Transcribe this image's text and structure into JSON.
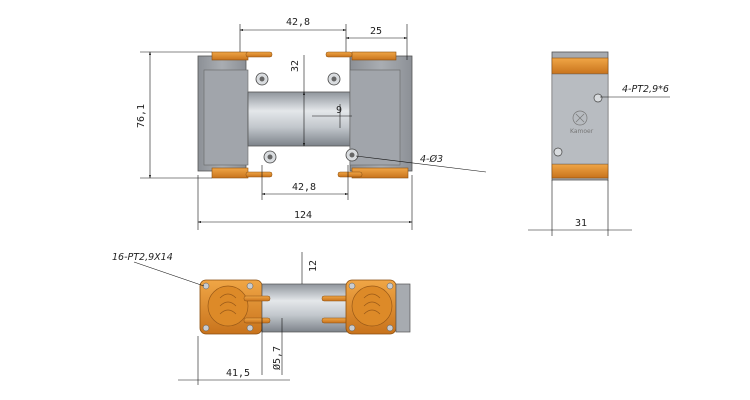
{
  "colors": {
    "body_gray": "#9a9ea4",
    "cylinder_gray": "#c8cdd4",
    "orange": "#e0922f",
    "dimension_line": "#111111",
    "page_background": "#ffffff"
  },
  "front_view": {
    "dims": {
      "top_port_spacing": "42,8",
      "right_offset": "25",
      "height_cylinder": "32",
      "pin_offset": "9",
      "total_height": "76,1",
      "bottom_port_spacing": "42,8",
      "total_width": "124"
    },
    "callout_holes": "4-Ø3"
  },
  "side_view": {
    "callout_screw": "4-PT2,9*6",
    "brand_text": "Kamoer",
    "width_dim": "31"
  },
  "bottom_view": {
    "callout_screws": "16-PT2,9X14",
    "dims": {
      "height_small": "12",
      "port_diameter": "Ø5,7",
      "left_offset": "41,5"
    }
  }
}
